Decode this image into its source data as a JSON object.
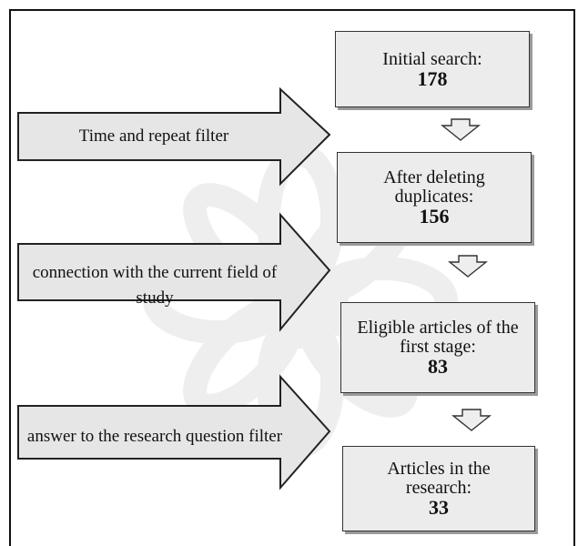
{
  "boxes": [
    {
      "label": "Initial search:",
      "value": "178"
    },
    {
      "label": "After deleting duplicates:",
      "value": "156"
    },
    {
      "label": "Eligible articles of the first stage:",
      "value": "83"
    },
    {
      "label": "Articles in the research:",
      "value": "33"
    }
  ],
  "filters": [
    {
      "label": "Time and repeat filter"
    },
    {
      "label": "connection with the current field of study"
    },
    {
      "label": "answer to the research question filter"
    }
  ],
  "colors": {
    "box_fill": "#ececec",
    "arrow_fill": "#e6e6e6",
    "stroke": "#222222"
  }
}
